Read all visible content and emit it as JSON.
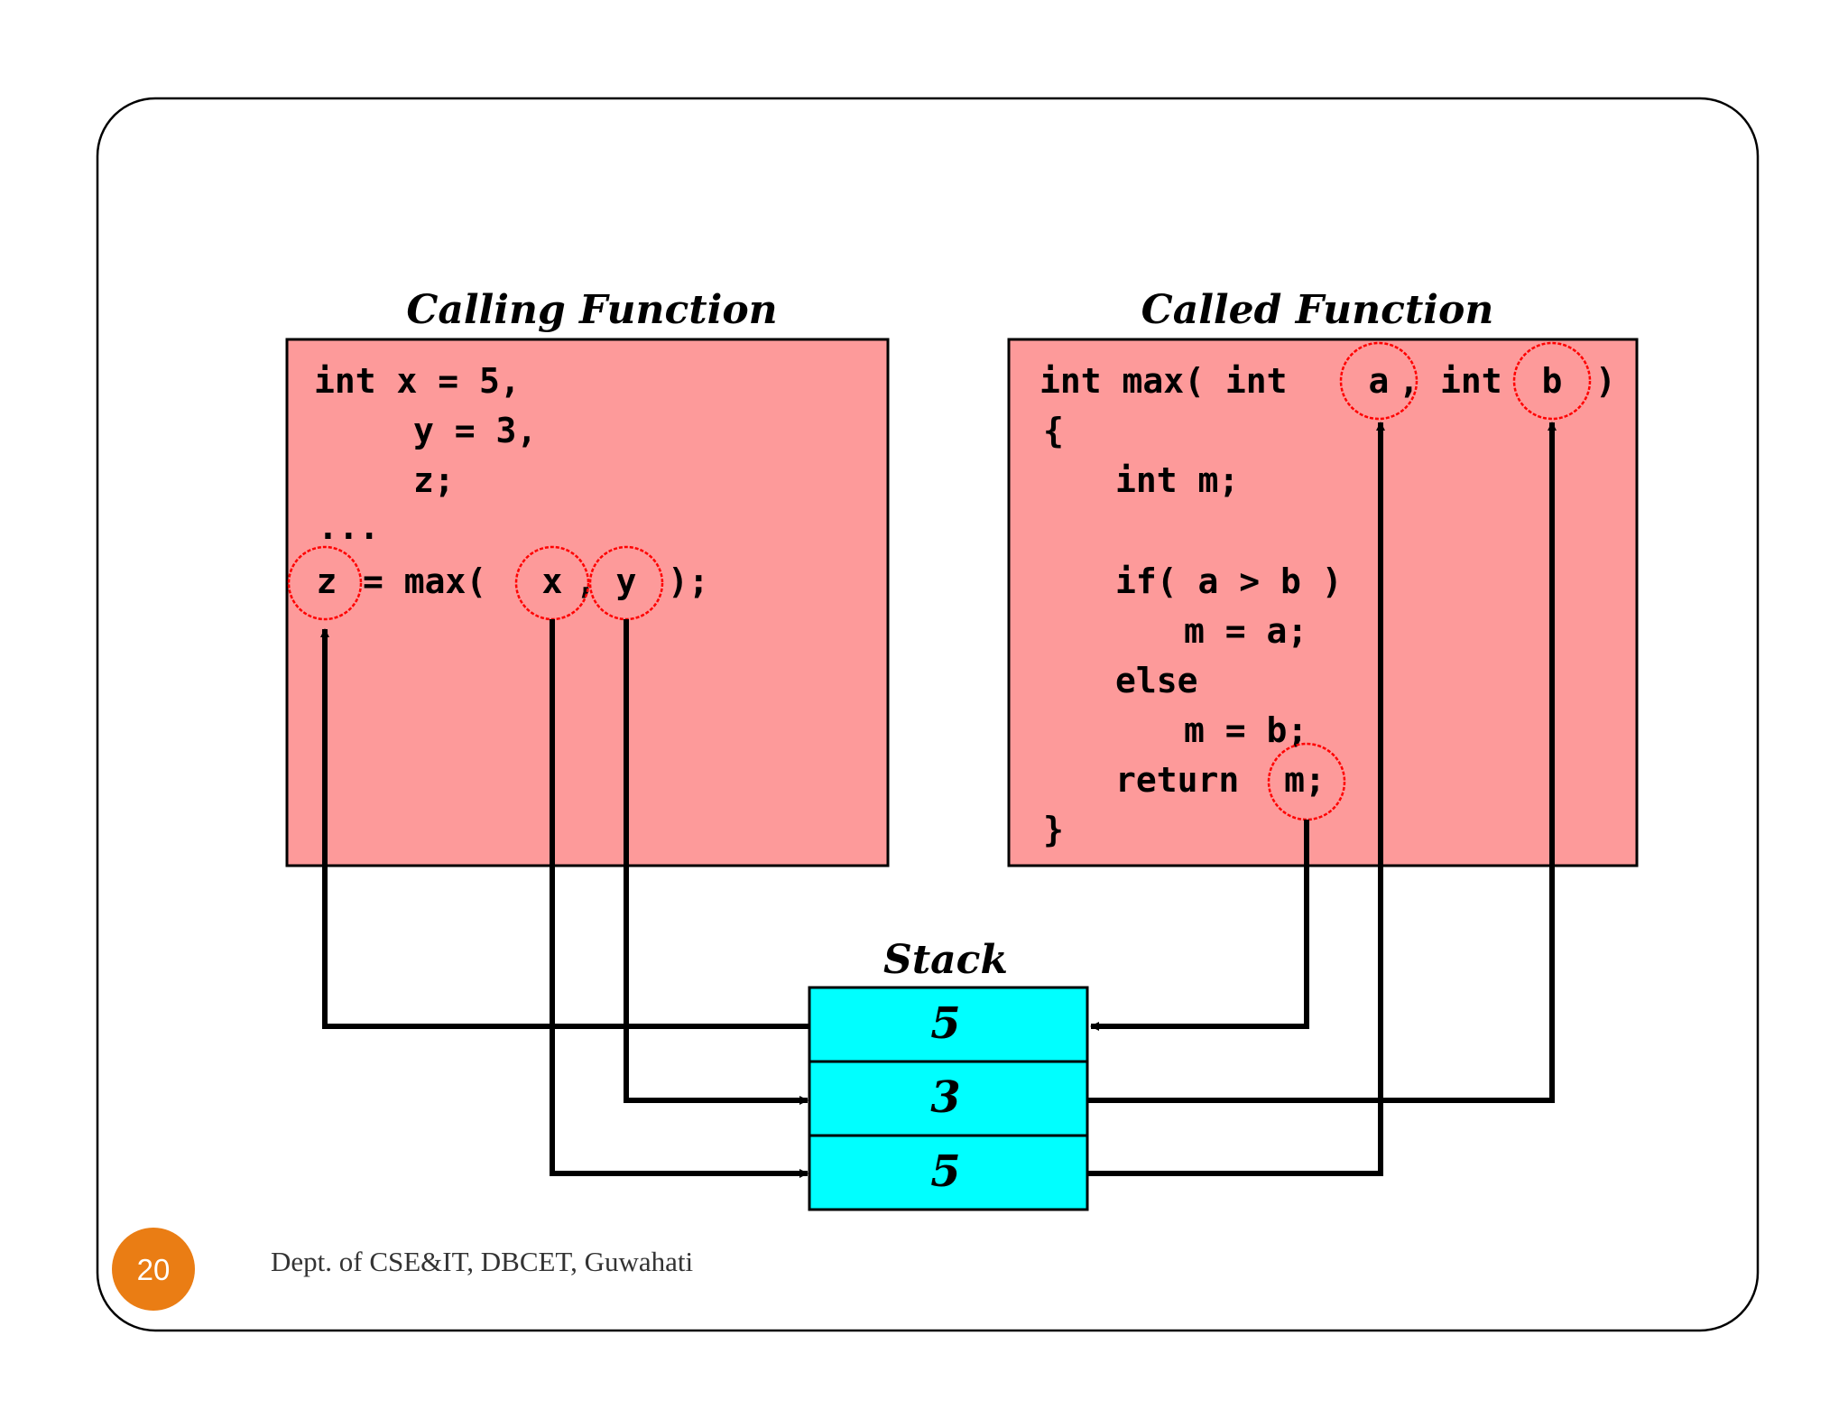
{
  "slide": {
    "page_number": "20",
    "footer": "Dept. of CSE&IT, DBCET, Guwahati"
  },
  "colors": {
    "code_box_fill": "#fd9a9a",
    "stack_fill": "#00ffff",
    "circle_stroke": "#ff0000",
    "badge_fill": "#ea7d14",
    "line": "#000000"
  },
  "calling": {
    "title": "Calling Function",
    "lines": [
      "int x = 5,",
      "y = 3,",
      "z;",
      "...",
      "z",
      "= max(",
      "x",
      ",",
      "y",
      ");"
    ]
  },
  "called": {
    "title": "Called Function",
    "lines": [
      "int max( int",
      "a",
      ",",
      "int",
      "b",
      ")",
      "{",
      "int m;",
      "if( a > b )",
      "m = a;",
      "else",
      "m = b;",
      "return",
      "m;",
      "}"
    ]
  },
  "stack": {
    "title": "Stack",
    "cells": [
      "5",
      "3",
      "5"
    ]
  }
}
